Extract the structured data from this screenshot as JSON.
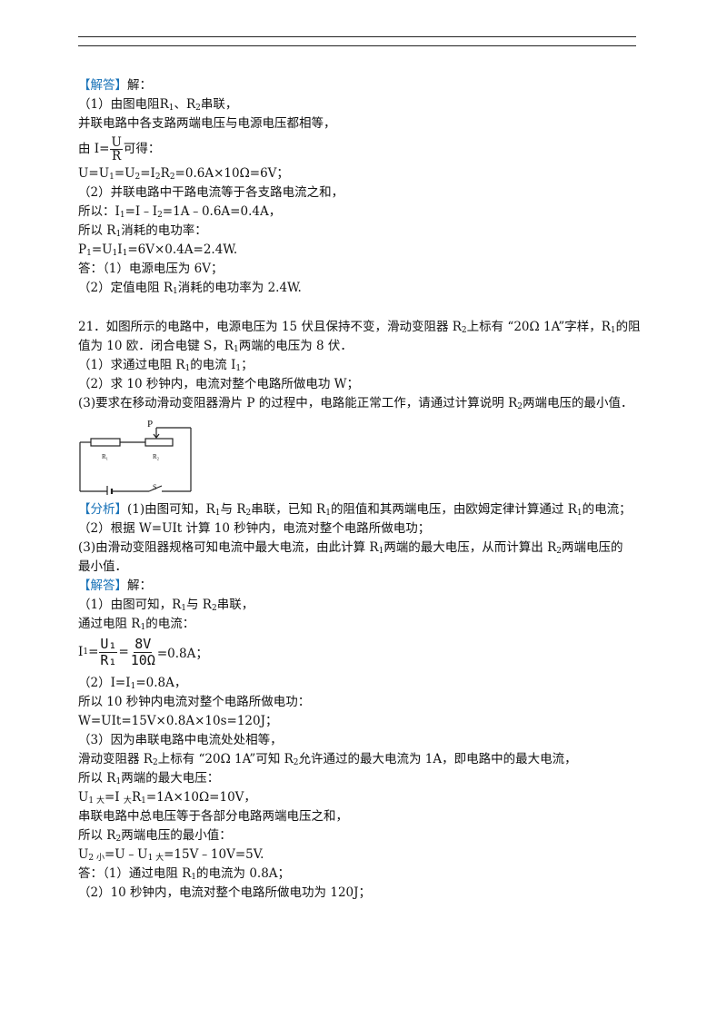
{
  "part1": {
    "tag": "【解答】",
    "tag_suffix": "解：",
    "l1": "（1）由图电阻R",
    "l1b": "、R",
    "l1c": "串联，",
    "l2": "并联电路中各支路两端电压与电源电压都相等，",
    "l3_pre": "由 I=",
    "l3_num": "U",
    "l3_den": "R",
    "l3_post": "可得：",
    "l4": "U=U",
    "l4b": "=U",
    "l4c": "=I",
    "l4d": "R",
    "l4e": "=0.6A×10Ω=6V；",
    "l5": "（2）并联电路中干路电流等于各支路电流之和，",
    "l6": "所以：I",
    "l6b": "=I﹣I",
    "l6c": "=1A﹣0.6A=0.4A，",
    "l7": "所以 R",
    "l7b": "消耗的电功率：",
    "l8": "P",
    "l8b": "=U",
    "l8c": "I",
    "l8d": "=6V×0.4A=2.4W.",
    "l9": "答：（1）电源电压为 6V；",
    "l10": "（2）定值电阻 R",
    "l10b": "消耗的电功率为 2.4W."
  },
  "q21": {
    "p1": "21．如图所示的电路中，电源电压为 15 伏且保持不变，滑动变阻器 R",
    "p1b": "上标有 “20Ω 1A”字样，R",
    "p1c": "的阻",
    "p2": "值为 10 欧．闭合电键 S，R",
    "p2b": "两端的电压为 8 伏．",
    "s1": "（1）求通过电阻 R",
    "s1b": "的电流 I",
    "s1c": "；",
    "s2": "（2）求 10 秒钟内，电流对整个电路所做电功 W；",
    "s3": "(3)要求在移动滑动变阻器滑片 P 的过程中，电路能正常工作，请通过计算说明 R",
    "s3b": "两端电压的最小值．"
  },
  "circuit": {
    "label_p": "P",
    "label_r1": "R₁",
    "label_r2": "R₂",
    "label_s": "S"
  },
  "analysis": {
    "tag": "【分析】",
    "a1": "(1)由图可知，R",
    "a1b": "与 R",
    "a1c": "串联，已知 R",
    "a1d": "的阻值和其两端电压，由欧姆定律计算通过 R",
    "a1e": "的电流；",
    "a2": "（2）根据 W=UIt 计算 10 秒钟内，电流对整个电路所做电功；",
    "a3": "(3)由滑动变阻器规格可知电流中最大电流，由此计算 R",
    "a3b": "两端的最大电压，从而计算出 R",
    "a3c": "两端电压的",
    "a4": "最小值．"
  },
  "solution": {
    "tag": "【解答】",
    "tag_suffix": "解：",
    "b1": "（1）由图可知，R",
    "b1b": "与 R",
    "b1c": "串联，",
    "b2": "通过电阻 R",
    "b2b": "的电流：",
    "b3_pre": "I",
    "b3_eq": "=",
    "b3_num1": "U₁",
    "b3_den1": "R₁",
    "b3_num2": "8V",
    "b3_den2": "10Ω",
    "b3_post": "=0.8A；",
    "b4": "（2）I=I",
    "b4b": "=0.8A，",
    "b5": "所以 10 秒钟内电流对整个电路所做电功：",
    "b6": "W=UIt=15V×0.8A×10s=120J；",
    "b7": "（3）因为串联电路中电流处处相等，",
    "b8": "滑动变阻器 R",
    "b8b": "上标有 “20Ω 1A”可知 R",
    "b8c": "允许通过的最大电流为 1A，即电路中的最大电流，",
    "b9": "所以 R",
    "b9b": "两端的最大电压：",
    "b10": "U",
    "b10sub": "1 大",
    "b10b": "=I ",
    "b10sub2": "大",
    "b10c": "R",
    "b10d": "=1A×10Ω=10V，",
    "b11": "串联电路中总电压等于各部分电路两端电压之和，",
    "b12": "所以 R",
    "b12b": "两端电压的最小值：",
    "b13": "U",
    "b13sub": "2 小",
    "b13b": "=U﹣U",
    "b13sub2": "1 大",
    "b13c": "=15V﹣10V=5V.",
    "b14": "答：（1）通过电阻 R",
    "b14b": "的电流为 0.8A；",
    "b15": "（2）10 秒钟内，电流对整个电路所做电功为 120J；"
  },
  "subs": {
    "one": "1",
    "two": "2"
  }
}
